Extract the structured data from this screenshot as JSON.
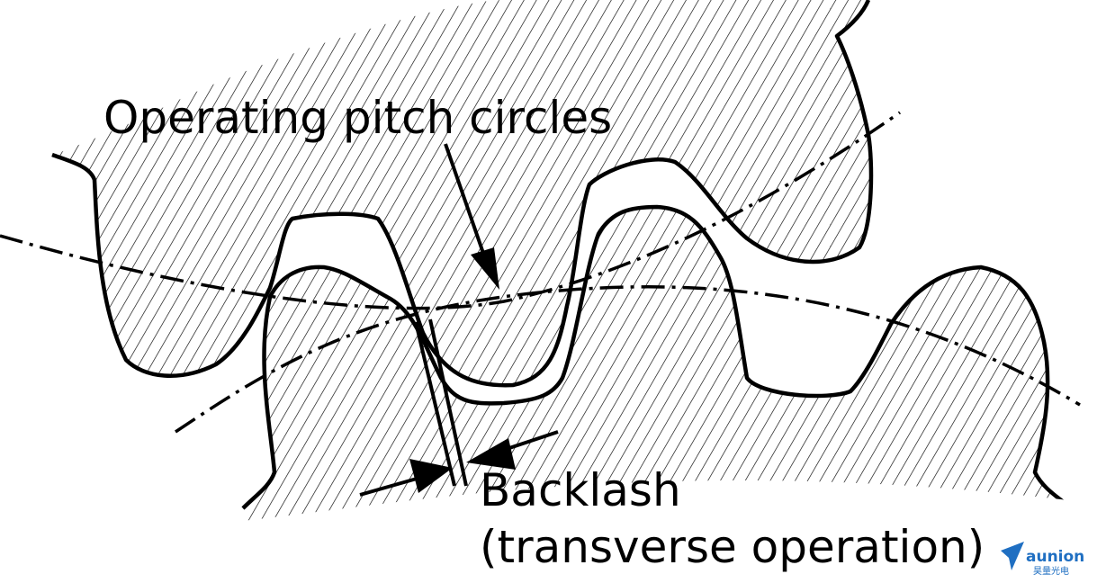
{
  "labels": {
    "pitch_circles": "Operating pitch circles",
    "backlash_line1": "Backlash",
    "backlash_line2": "(transverse operation)"
  },
  "logo": {
    "word": "aunion",
    "sub": "昊量光电",
    "color": "#1f6fc2"
  },
  "colors": {
    "ink": "#000000",
    "background": "#ffffff"
  }
}
